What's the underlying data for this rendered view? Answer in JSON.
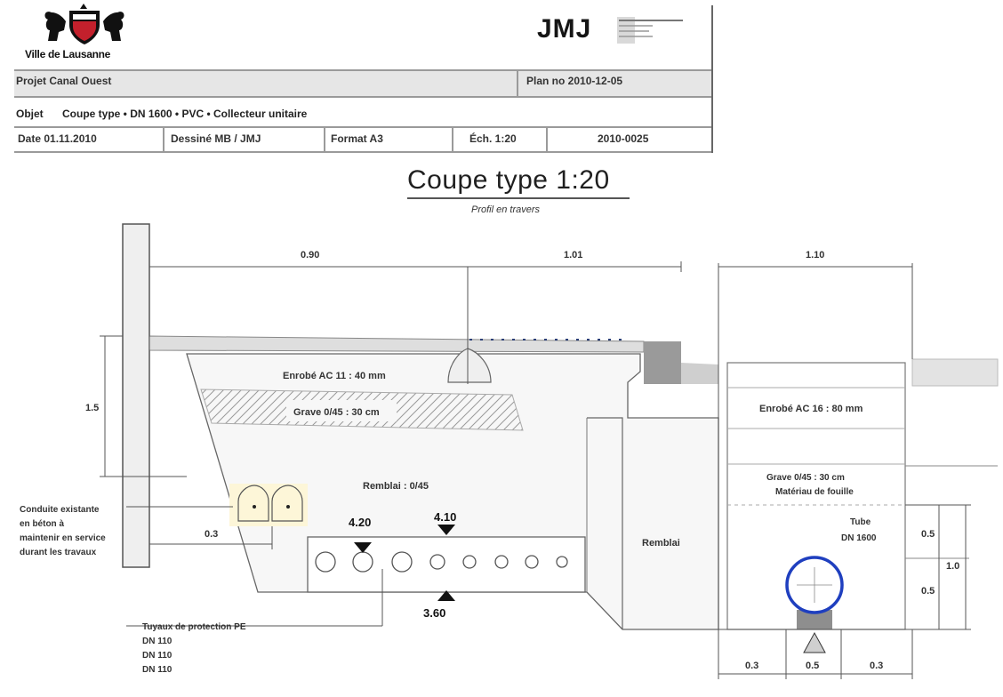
{
  "header": {
    "logo_text": "Ville de Lausanne",
    "brand": "JMJ",
    "row1_left": "Projet Canal Ouest",
    "row1_right": "Plan no 2010-12-05",
    "row2_label": "Objet",
    "row2_text": "Coupe type • DN 1600 • PVC • Collecteur unitaire",
    "row3": [
      "Date 01.11.2010",
      "Dessiné MB / JMJ",
      "Format A3",
      "Éch. 1:20",
      "2010-0025"
    ]
  },
  "drawing": {
    "title": "Coupe type 1:20",
    "subtitle": "Profil en travers",
    "dims": {
      "top_left": "0.90",
      "top_mid": "1.01",
      "top_right": "1.10",
      "left_vert": "1.5",
      "left_small": "0.3",
      "right_upper": "0.5",
      "right_lower": "0.5",
      "right_total": "1.0",
      "bottom_left": "0.3",
      "bottom_mid": "0.5",
      "bottom_right": "0.3",
      "level_left": "4.20",
      "level_mid": "4.10",
      "level_bottom": "3.60"
    },
    "labels": {
      "layer_upper": "Enrobé AC 11 : 40 mm",
      "layer_mid": "Grave 0/45 : 30 cm",
      "fill": "Remblai : 0/45",
      "trench_right": "Remblai",
      "col_layer1": "Enrobé AC 16 : 80 mm",
      "col_layer2": "Grave 0/45 : 30 cm",
      "col_layer2b": "Matériau de fouille",
      "pipe_note1": "Tube",
      "pipe_note2": "DN 1600",
      "left_note": [
        "Conduite existante",
        "en béton à",
        "maintenir en service",
        "durant les travaux"
      ],
      "bottom_note": [
        "Tuyaux de protection PE",
        "DN 110",
        "DN 110",
        "DN 110"
      ]
    }
  },
  "colors": {
    "pipe_blue": "#1f3fbf",
    "highlight": "#fdf6d8",
    "gray_block": "#8e8e8e",
    "logo_red": "#c3202c"
  }
}
